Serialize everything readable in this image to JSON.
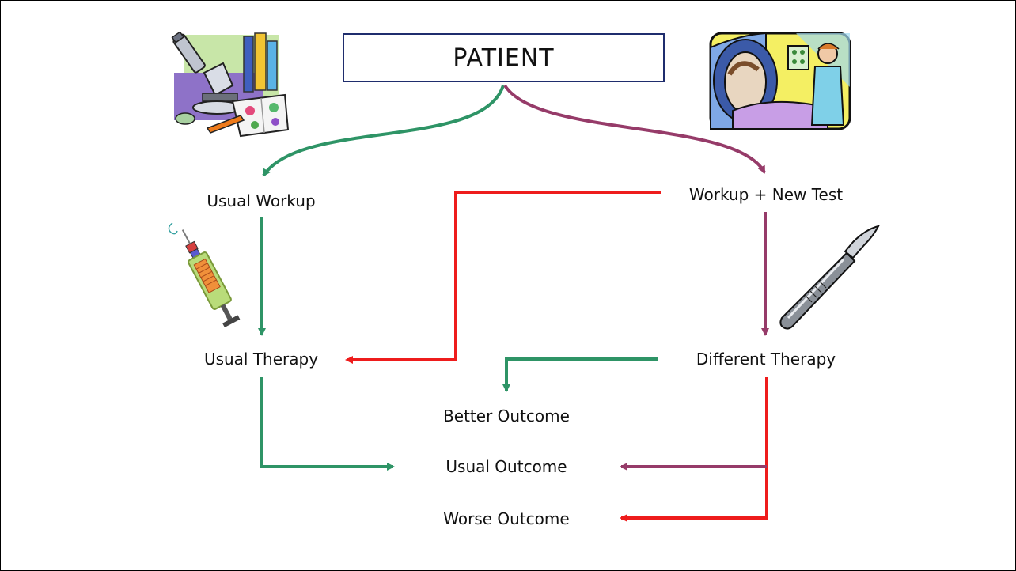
{
  "diagram": {
    "root": "PATIENT",
    "nodes": {
      "usual_workup": "Usual Workup",
      "workup_new_test": "Workup + New Test",
      "usual_therapy": "Usual Therapy",
      "different_therapy": "Different Therapy",
      "better_outcome": "Better Outcome",
      "usual_outcome": "Usual Outcome",
      "worse_outcome": "Worse Outcome"
    },
    "colors": {
      "green": "#2e9466",
      "purple": "#963b69",
      "red": "#ee1c1c",
      "box_border": "#1f2d6d"
    },
    "illustrations": [
      "microscope-icon",
      "mri-scan-icon",
      "syringe-icon",
      "scalpel-icon"
    ]
  }
}
